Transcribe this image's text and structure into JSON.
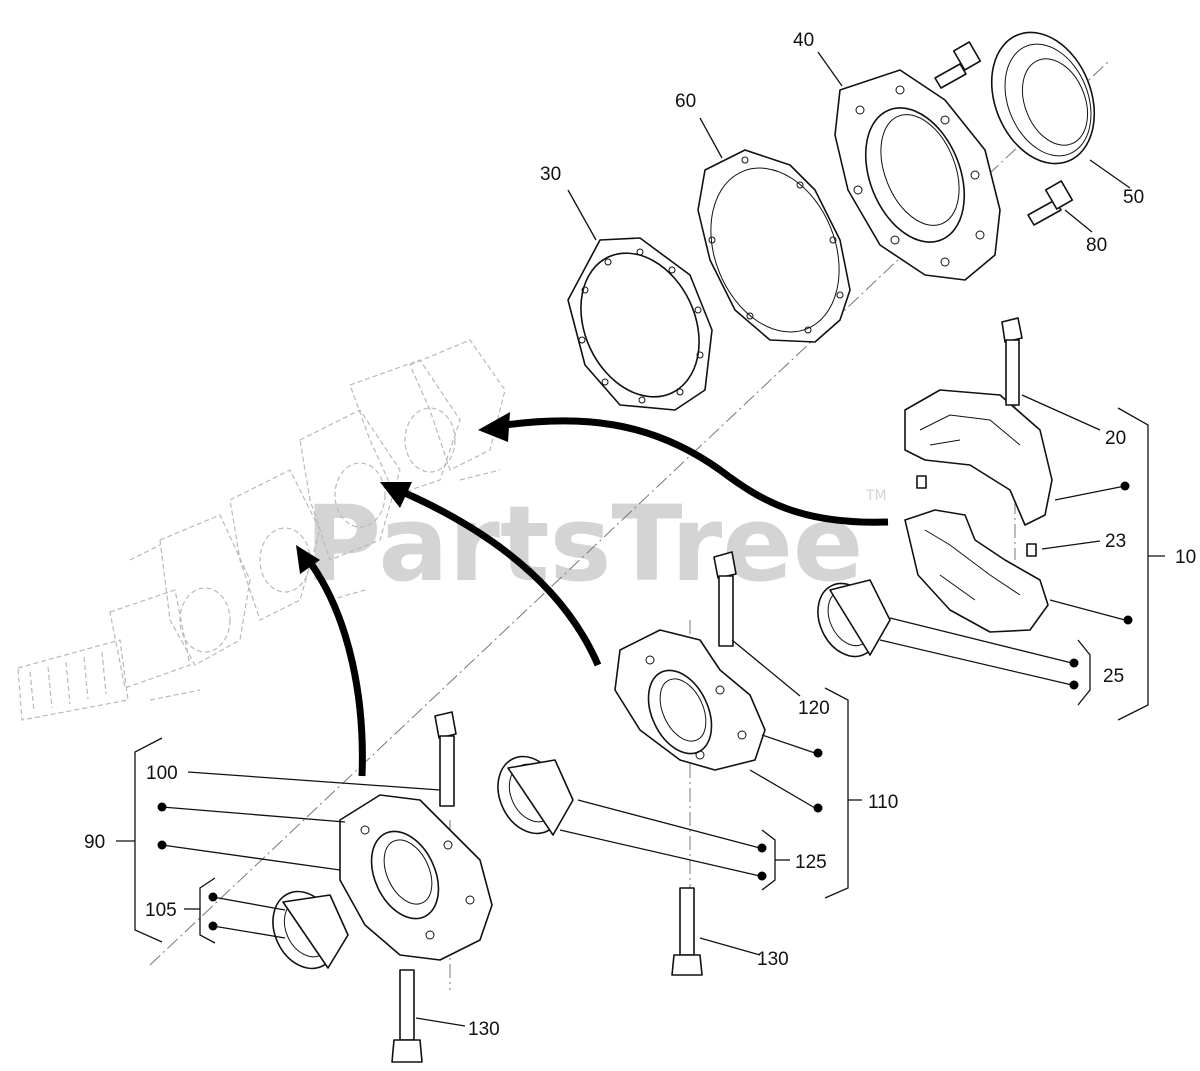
{
  "watermark": {
    "text": "PartsTree",
    "trademark": "TM"
  },
  "callouts": {
    "c10": "10",
    "c20": "20",
    "c23": "23",
    "c25": "25",
    "c30": "30",
    "c40": "40",
    "c50": "50",
    "c60": "60",
    "c80": "80",
    "c90": "90",
    "c100": "100",
    "c105": "105",
    "c110": "110",
    "c120": "120",
    "c125": "125",
    "c130a": "130",
    "c130b": "130"
  }
}
